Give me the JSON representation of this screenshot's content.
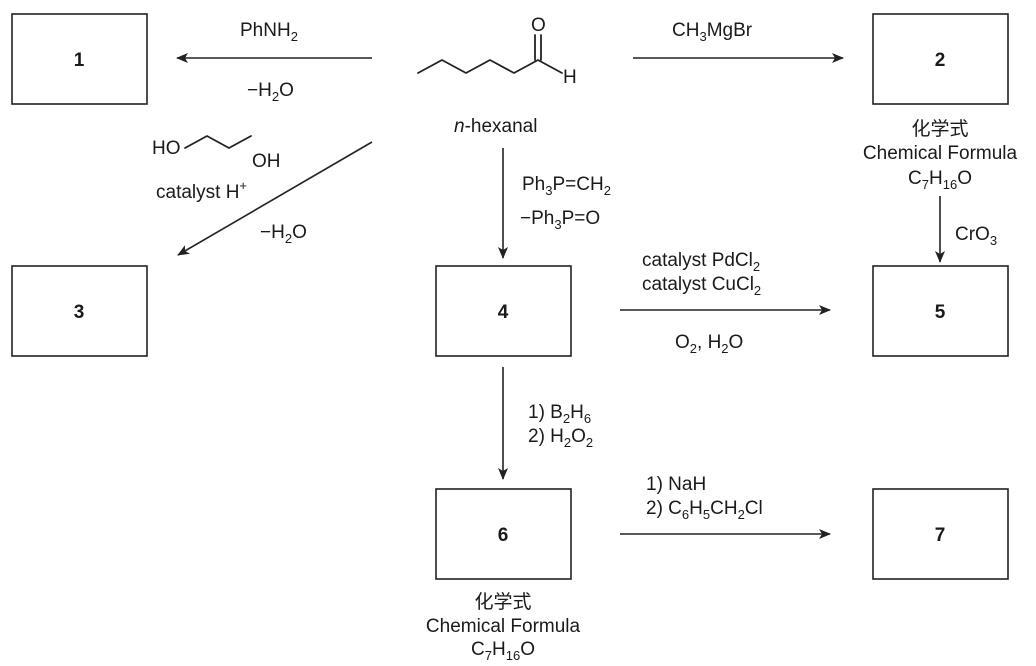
{
  "start": {
    "name_italic": "n",
    "name_rest": "-hexanal",
    "atom_o": "O",
    "atom_h": "H"
  },
  "boxes": [
    "1",
    "2",
    "3",
    "4",
    "5",
    "6",
    "7"
  ],
  "reagents": {
    "r1_top": "PhNH",
    "r1_top_sub": "2",
    "r1_bottom": "−H",
    "r1_bottom_sub": "2",
    "r1_bottom_end": "O",
    "r2_top": "CH",
    "r2_top_sub": "3",
    "r2_top_end": "MgBr",
    "diol_ho": "HO",
    "diol_oh": "OH",
    "r3_cat": "catalyst H",
    "r3_cat_sup": "+",
    "r3_water": "−H",
    "r3_water_sub": "2",
    "r3_water_end": "O",
    "r4_a": "Ph",
    "r4_a_sub": "3",
    "r4_a_mid": "P=CH",
    "r4_a_sub2": "2",
    "r4_b": "−Ph",
    "r4_b_sub": "3",
    "r4_b_end": "P=O",
    "r5_pd": "catalyst PdCl",
    "r5_pd_sub": "2",
    "r5_cu": "catalyst CuCl",
    "r5_cu_sub": "2",
    "r5_ox": "O",
    "r5_ox_sub": "2",
    "r5_ox_end": ", H",
    "r5_ox_sub2": "2",
    "r5_ox_end2": "O",
    "r_cro": "CrO",
    "r_cro_sub": "3",
    "r6_1": "1) B",
    "r6_1_sub": "2",
    "r6_1_mid": "H",
    "r6_1_sub2": "6",
    "r6_2": "2) H",
    "r6_2_sub": "2",
    "r6_2_mid": "O",
    "r6_2_sub2": "2",
    "r7_1": "1) NaH",
    "r7_2": "2) C",
    "r7_2_s1": "6",
    "r7_2_m1": "H",
    "r7_2_s2": "5",
    "r7_2_m2": "CH",
    "r7_2_s3": "2",
    "r7_2_end": "Cl"
  },
  "formula_notes": [
    {
      "jp": "化学式",
      "en": "Chemical Formula",
      "c": "C",
      "c_sub": "7",
      "h": "H",
      "h_sub": "16",
      "o": "O"
    },
    {
      "jp": "化学式",
      "en": "Chemical Formula",
      "c": "C",
      "c_sub": "7",
      "h": "H",
      "h_sub": "16",
      "o": "O"
    }
  ]
}
